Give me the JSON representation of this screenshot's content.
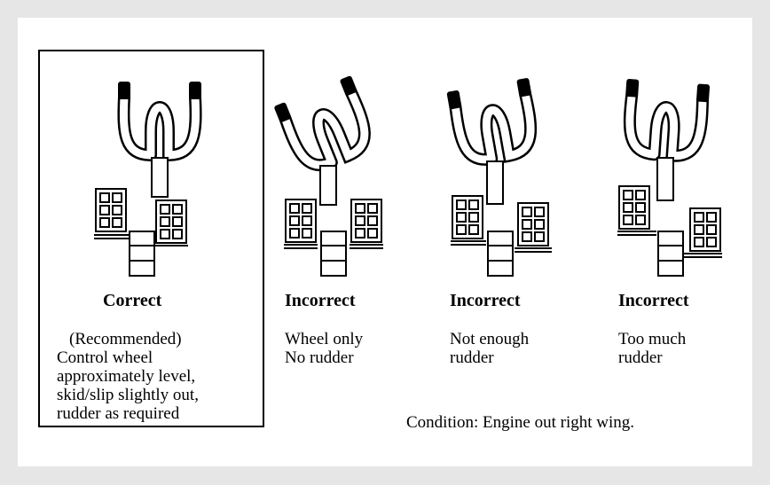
{
  "figures": [
    {
      "heading": "Correct",
      "description": [
        "(Recommended)",
        "Control wheel",
        "approximately level,",
        "skid/slip slightly out,",
        "rudder as required"
      ],
      "wheel_bank_deg": 0,
      "rudder": "as required"
    },
    {
      "heading": "Incorrect",
      "description": [
        "Wheel only",
        "No rudder"
      ],
      "wheel_bank_deg": -22,
      "rudder": "none"
    },
    {
      "heading": "Incorrect",
      "description": [
        "Not enough",
        "rudder"
      ],
      "wheel_bank_deg": -10,
      "rudder": "not enough"
    },
    {
      "heading": "Incorrect",
      "description": [
        "Too much",
        "rudder"
      ],
      "wheel_bank_deg": 4,
      "rudder": "too much"
    }
  ],
  "condition": "Condition: Engine out right wing."
}
